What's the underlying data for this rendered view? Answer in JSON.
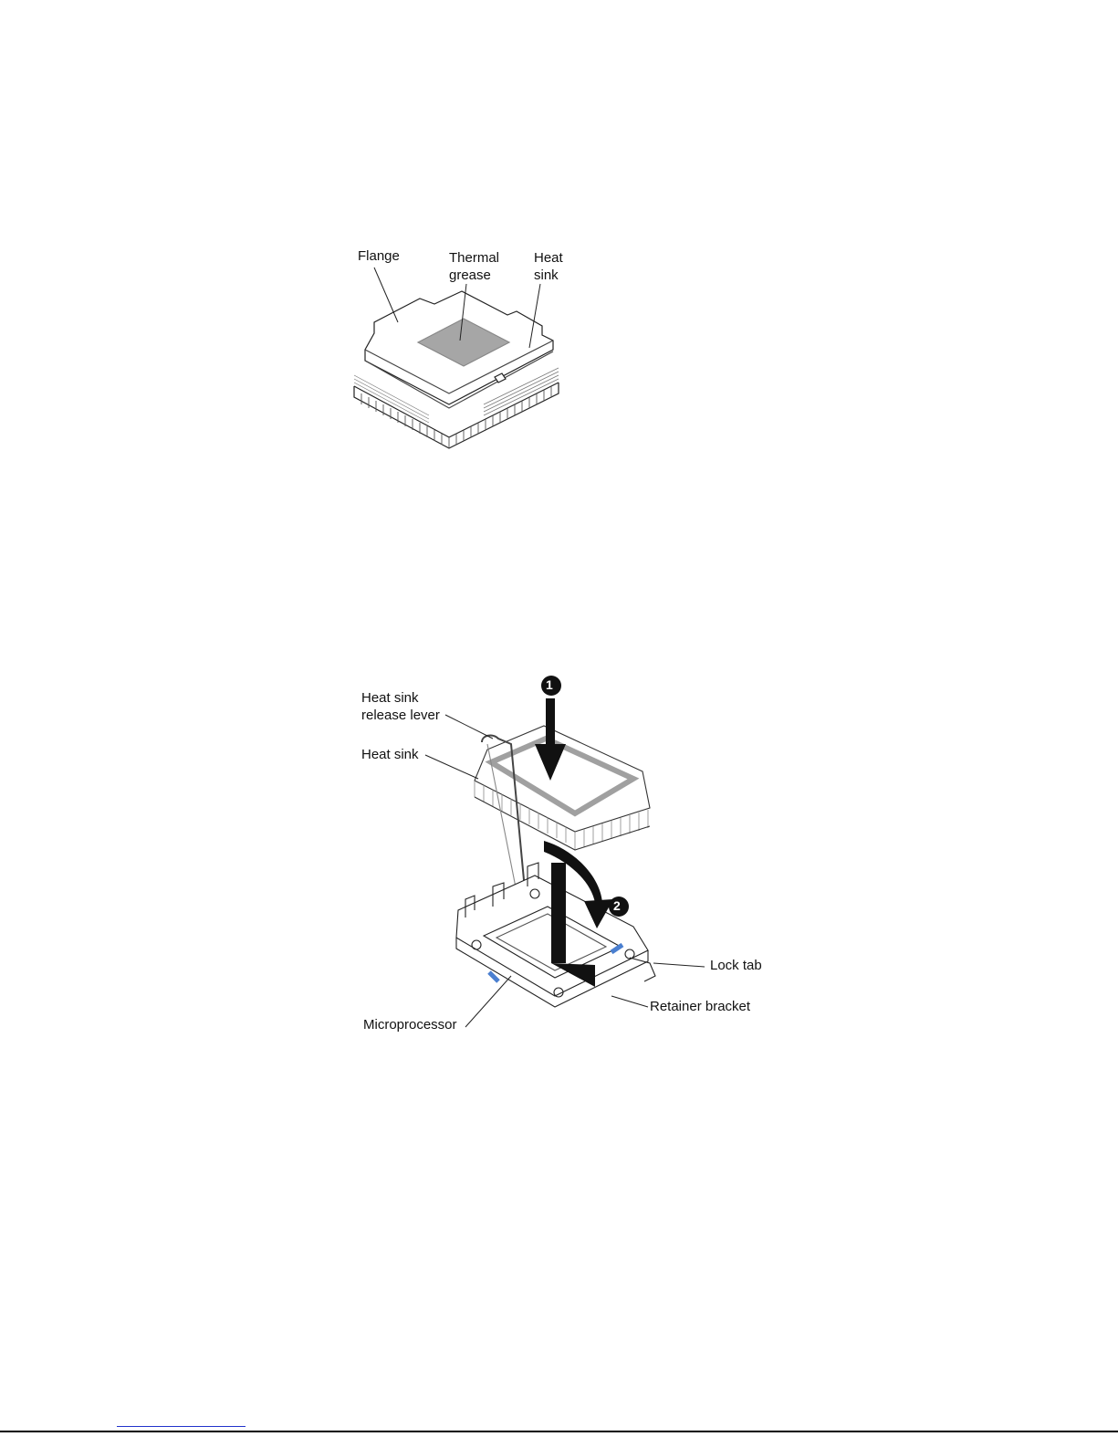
{
  "figure1": {
    "labels": {
      "flange": "Flange",
      "thermal_grease_line1": "Thermal",
      "thermal_grease_line2": "grease",
      "heat_sink_line1": "Heat",
      "heat_sink_line2": "sink"
    },
    "colors": {
      "grease": "#a6a6a6",
      "outline": "#222222"
    }
  },
  "figure2": {
    "labels": {
      "release_lever_line1": "Heat sink",
      "release_lever_line2": "release lever",
      "heat_sink": "Heat sink",
      "lock_tab": "Lock tab",
      "retainer_bracket": "Retainer bracket",
      "microprocessor": "Microprocessor"
    },
    "steps": [
      "1",
      "2"
    ],
    "colors": {
      "accent": "#4a7fd0",
      "arrow": "#111111",
      "frame": "#a0a0a0"
    }
  }
}
